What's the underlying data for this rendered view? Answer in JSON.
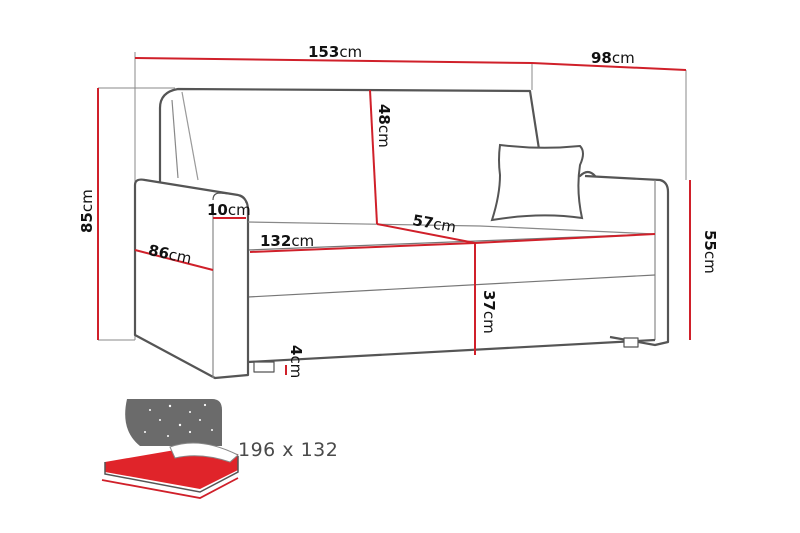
{
  "diagram": {
    "type": "sofa-bed dimension drawing",
    "colors": {
      "dimension_line": "#d0202a",
      "outline": "#555555",
      "guide_line": "#888888",
      "label_text": "#111111",
      "bed_icon_red": "#e0242a",
      "bed_icon_grey": "#6b6b6b"
    },
    "dimensions": {
      "width": {
        "value": "153",
        "unit": "cm"
      },
      "depth": {
        "value": "98",
        "unit": "cm"
      },
      "height": {
        "value": "85",
        "unit": "cm"
      },
      "backrest_height": {
        "value": "48",
        "unit": "cm"
      },
      "armrest_width": {
        "value": "10",
        "unit": "cm"
      },
      "armrest_depth": {
        "value": "86",
        "unit": "cm"
      },
      "seat_width": {
        "value": "132",
        "unit": "cm"
      },
      "seat_depth": {
        "value": "57",
        "unit": "cm"
      },
      "armrest_height": {
        "value": "55",
        "unit": "cm"
      },
      "seat_height": {
        "value": "37",
        "unit": "cm"
      },
      "leg_height": {
        "value": "4",
        "unit": "cm"
      }
    },
    "sleeping_area": {
      "label": "196 x 132",
      "icon": "bed-night-icon"
    }
  }
}
